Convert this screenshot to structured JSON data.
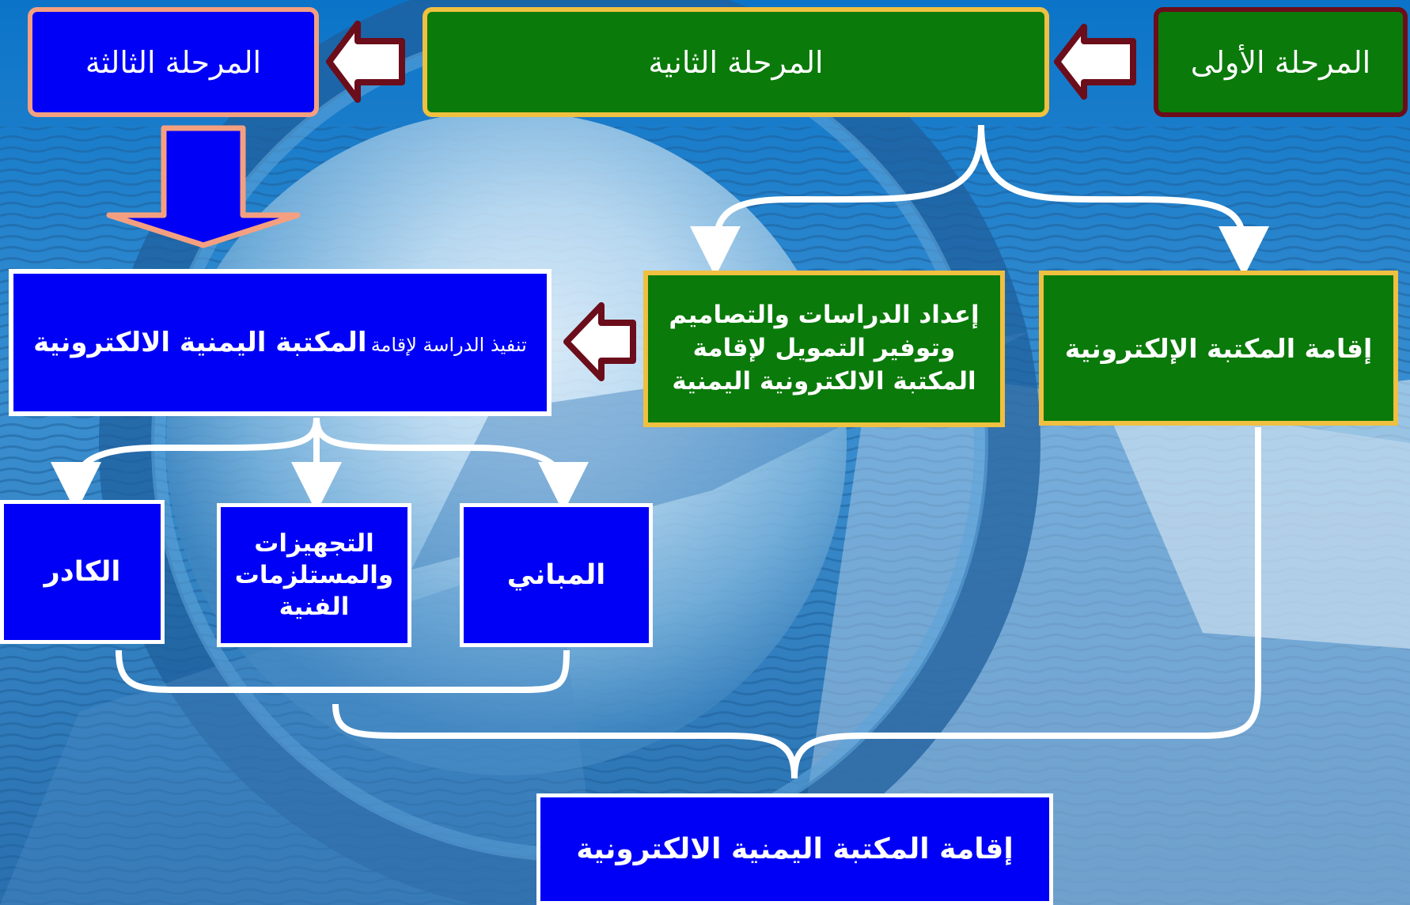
{
  "phases": {
    "phase1": "المرحلة الأولى",
    "phase2": "المرحلة الثانية",
    "phase3": "المرحلة الثالثة"
  },
  "boxes": {
    "electronic_library": "إقامة المكتبة الإلكترونية",
    "studies_funding": "إعداد الدراسات والتصاميم وتوفير التمويل لإقامة المكتبة الالكترونية اليمنية",
    "execution_prefix": "تنفيذ الدراسة لإقامة",
    "execution_main": "المكتبة اليمنية الالكترونية",
    "buildings": "المباني",
    "equipment": "التجهيزات والمستلزمات الفنية",
    "staff": "الكادر",
    "final": "إقامة المكتبة  اليمنية  الالكترونية"
  },
  "colors": {
    "phase_green": "#0a7a0a",
    "phase_blue": "#0000f6",
    "arrow_dark_red": "#6b0d1a",
    "border_gold": "#f0c040",
    "border_salmon": "#f4a080",
    "background_blue": "#2f7fbf"
  },
  "icons": {
    "phase_arrow": "left-block-arrow",
    "down_arrow": "down-block-arrow",
    "connectors": "curved-white-arrows"
  }
}
